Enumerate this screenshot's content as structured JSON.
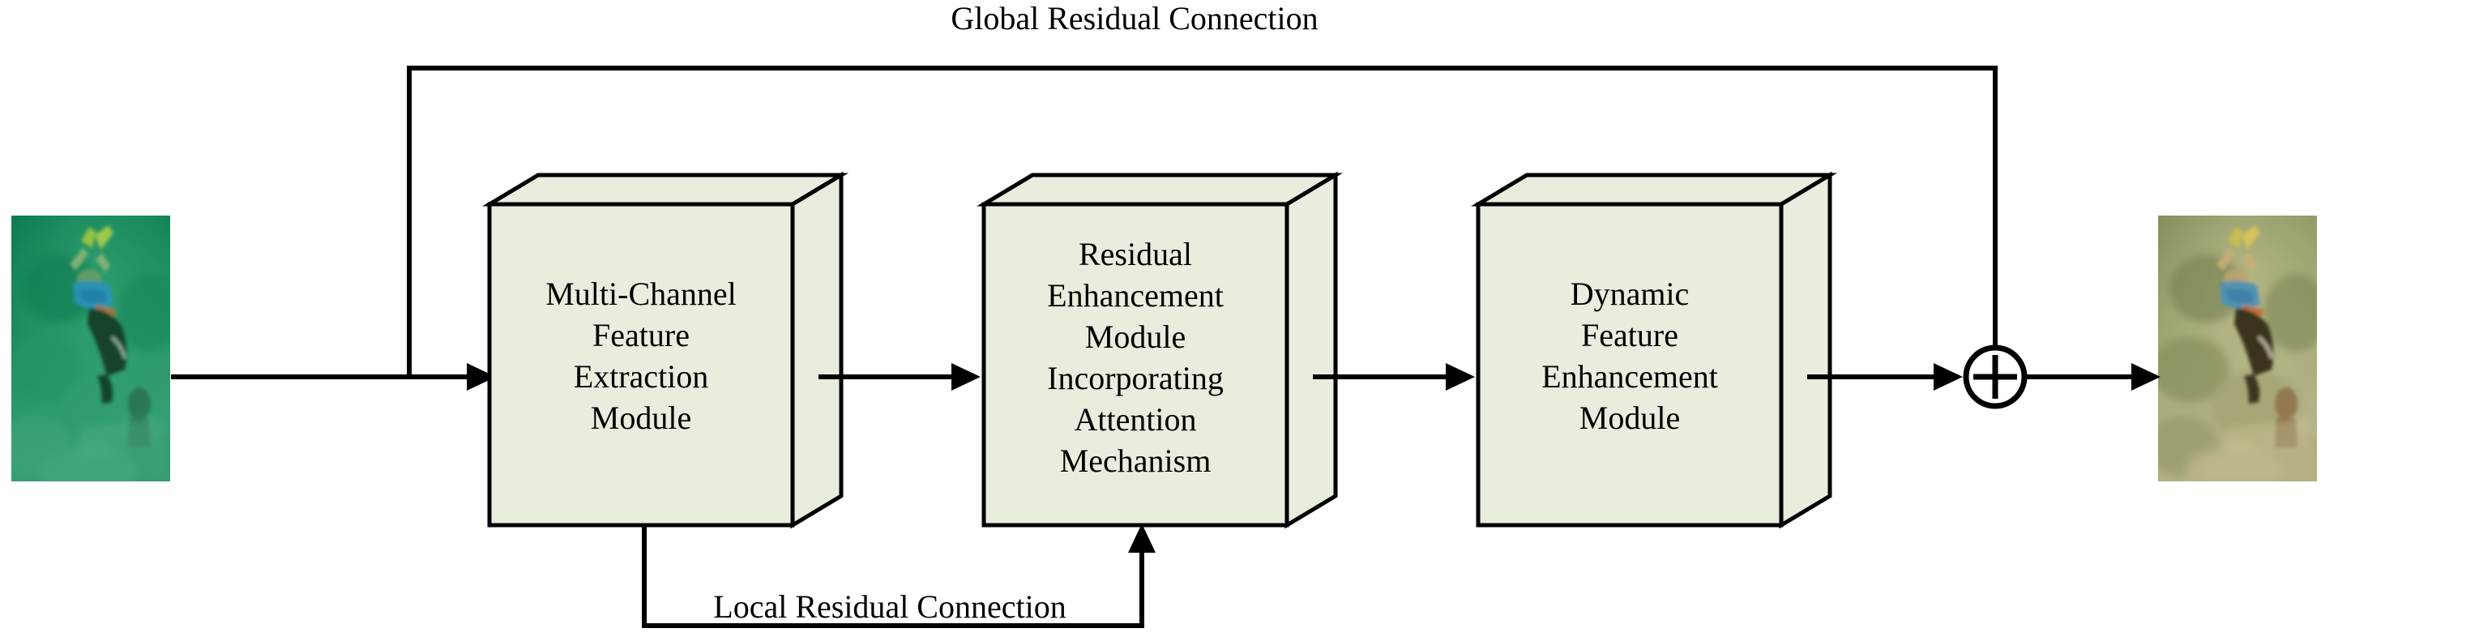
{
  "figure": {
    "type": "architecture-diagram",
    "title": "Underwater image enhancement network architecture",
    "background_color": "#ffffff",
    "line_color": "#000000",
    "box_fill_color": "#e8eede",
    "box_stroke_color": "#000000"
  },
  "connections": {
    "global": {
      "label": "Global Residual Connection",
      "from": "input-image",
      "to": "summation-node"
    },
    "local": {
      "label": "Local Residual Connection",
      "from": "multi-channel-feature-extraction-module",
      "to": "residual-enhancement-module"
    }
  },
  "modules": [
    {
      "id": "multi-channel-feature-extraction-module",
      "lines": [
        "Multi-Channel",
        "Feature",
        "Extraction",
        "Module"
      ]
    },
    {
      "id": "residual-enhancement-module",
      "lines": [
        "Residual",
        "Enhancement",
        "Module",
        "Incorporating",
        "Attention",
        "Mechanism"
      ]
    },
    {
      "id": "dynamic-feature-enhancement-module",
      "lines": [
        "Dynamic",
        "Feature",
        "Enhancement",
        "Module"
      ]
    }
  ],
  "operators": {
    "sum": {
      "symbol": "+",
      "name": "element-wise-addition"
    }
  },
  "images": {
    "input": {
      "name": "input-underwater-image",
      "description": "Underwater scene with diver, strong green color cast",
      "palette": [
        "#127a55",
        "#1d8a5e",
        "#2f9a6b",
        "#0e6845",
        "#45a87a",
        "#7fc79e"
      ]
    },
    "output": {
      "name": "enhanced-underwater-image",
      "description": "Same underwater scene after color correction, warmer natural tones",
      "palette": [
        "#8e9a6a",
        "#a3ac7c",
        "#6f7d52",
        "#c2c294",
        "#566741",
        "#d4cfa6"
      ]
    }
  }
}
